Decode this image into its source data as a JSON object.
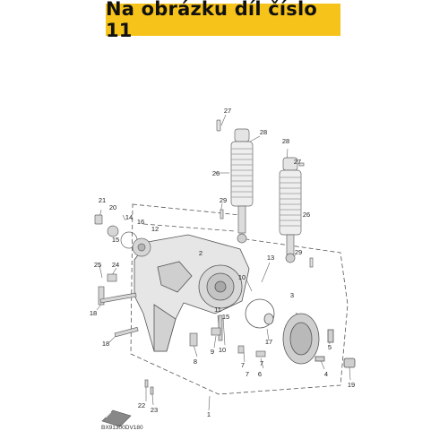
{
  "banner": {
    "text": "Na obrázku díl číslo 11",
    "color": "#f6c31a"
  },
  "diagram": {
    "drawing_code": "BX91300DV180",
    "callouts": [
      "1",
      "2",
      "3",
      "4",
      "5",
      "6",
      "7",
      "7",
      "8",
      "9",
      "10",
      "11",
      "12",
      "13",
      "14",
      "15",
      "16",
      "17",
      "18",
      "18",
      "19",
      "20",
      "21",
      "22",
      "23",
      "24",
      "25",
      "26",
      "26",
      "27",
      "27",
      "28",
      "28",
      "29",
      "29"
    ]
  }
}
